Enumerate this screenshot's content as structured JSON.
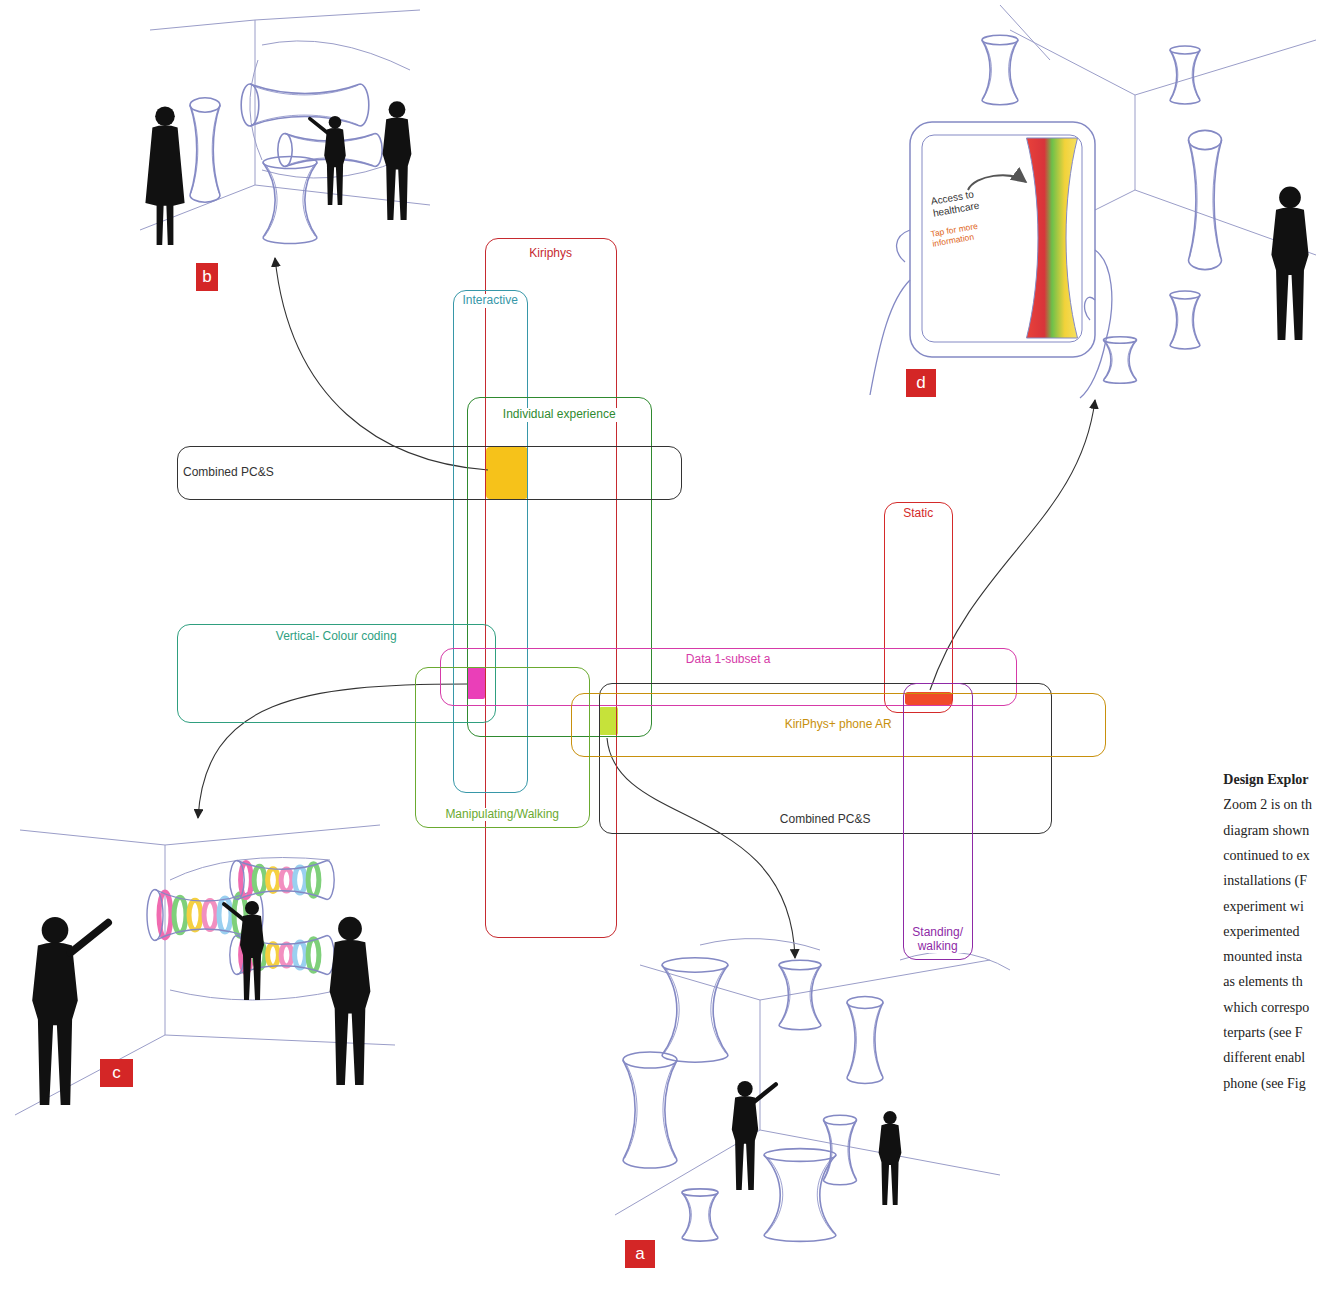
{
  "diagram": {
    "nodes": [
      {
        "text": [
          "Kiriphys"
        ]
      },
      {
        "text": [
          "Interactive"
        ]
      },
      {
        "text": [
          "Individual experience"
        ]
      },
      {
        "text": [
          "Combined PC&S"
        ]
      },
      {
        "text": [
          "Static"
        ]
      },
      {
        "text": [
          "Vertical- Colour coding"
        ]
      },
      {
        "text": [
          "Data 1-subset a"
        ]
      },
      {
        "text": [
          "Combined PC&S"
        ]
      },
      {
        "text": [
          "KiriPhys+ phone AR"
        ]
      },
      {
        "text": [
          "Manipulating/Walking"
        ]
      },
      {
        "text": [
          "Standing/ walking"
        ]
      },
      {
        "text": [
          "b"
        ]
      },
      {
        "text": [
          "d"
        ]
      },
      {
        "text": [
          "c"
        ]
      },
      {
        "text": [
          "a"
        ]
      }
    ],
    "labels": [
      "Access to healthcare",
      "Tap for more information",
      "Design Explor",
      "Zoom 2 is on th",
      "diagram shown",
      "continued to ex",
      "installations (F",
      "experiment wi",
      "experimented",
      "mounted insta",
      "as elements th",
      "which correspo",
      "terparts (see F",
      "different enabl",
      "phone (see Fig"
    ]
  }
}
